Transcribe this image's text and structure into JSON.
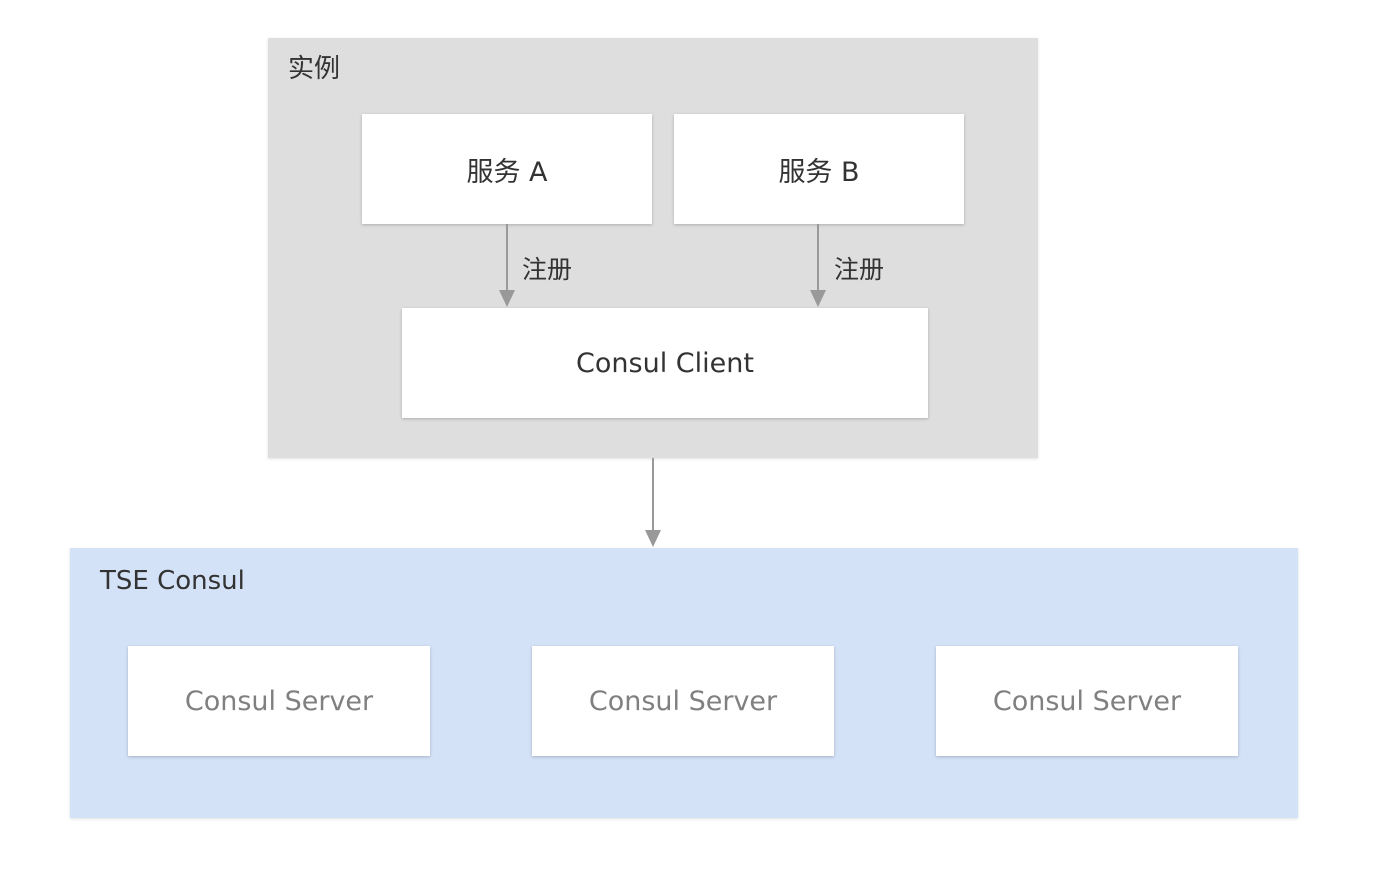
{
  "instance_group": {
    "title": "实例",
    "service_a": "服务 A",
    "service_b": "服务 B",
    "client": "Consul Client"
  },
  "edges": {
    "register_a": "注册",
    "register_b": "注册"
  },
  "tse_group": {
    "title": "TSE Consul",
    "servers": [
      "Consul Server",
      "Consul Server",
      "Consul Server"
    ]
  },
  "colors": {
    "instance_bg": "#dedede",
    "tse_bg": "#d4e2f7",
    "arrow": "#999999",
    "text_dark": "#333333",
    "text_muted": "#808080"
  }
}
